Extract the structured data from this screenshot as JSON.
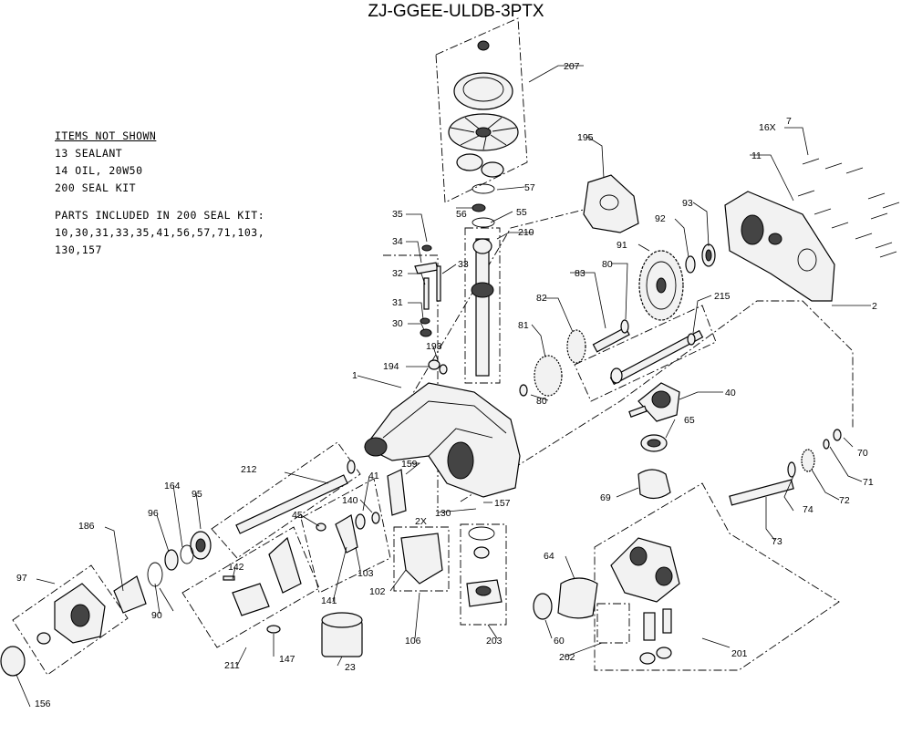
{
  "title": "ZJ-GGEE-ULDB-3PTX",
  "notes": {
    "header": "ITEMS NOT SHOWN",
    "items": [
      "13 SEALANT",
      "14 OIL, 20W50",
      "200 SEAL KIT"
    ],
    "kit_lines": [
      "PARTS INCLUDED IN 200 SEAL KIT:",
      "10,30,31,33,35,41,56,57,71,103,",
      "130,157"
    ]
  },
  "callouts": [
    "207",
    "57",
    "56",
    "55",
    "210",
    "35",
    "34",
    "33",
    "32",
    "31",
    "30",
    "193",
    "194",
    "1",
    "195",
    "93",
    "92",
    "91",
    "83",
    "80",
    "82",
    "81",
    "80",
    "215",
    "7",
    "16X",
    "11",
    "2",
    "40",
    "65",
    "70",
    "71",
    "72",
    "74",
    "73",
    "69",
    "212",
    "41",
    "159",
    "140",
    "45",
    "157",
    "130",
    "2X",
    "164",
    "95",
    "96",
    "186",
    "142",
    "103",
    "141",
    "102",
    "106",
    "203",
    "64",
    "60",
    "202",
    "201",
    "97",
    "90",
    "147",
    "211",
    "23",
    "156"
  ]
}
